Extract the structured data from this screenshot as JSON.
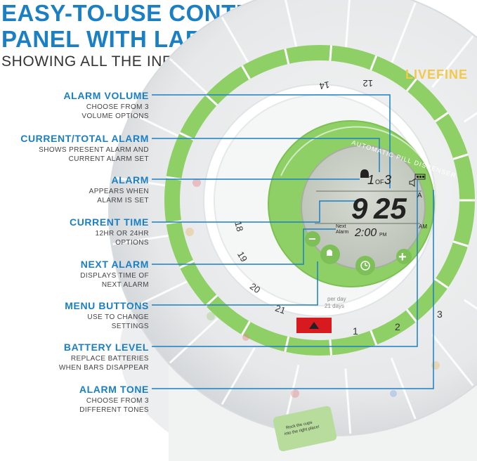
{
  "headline": {
    "line1": "EASY-TO-USE CONTROL",
    "line2": "PANEL WITH LARGE DISPLAY",
    "subline": "SHOWING ALL THE INFORMATION YOU NEED!"
  },
  "brand_logo": "LIVEFINE",
  "callouts": [
    {
      "title": "ALARM VOLUME",
      "desc": [
        "CHOOSE FROM 3",
        "VOLUME OPTIONS"
      ]
    },
    {
      "title": "CURRENT/TOTAL ALARM",
      "desc": [
        "SHOWS PRESENT ALARM AND",
        "CURRENT ALARM SET"
      ]
    },
    {
      "title": "ALARM",
      "desc": [
        "APPEARS WHEN",
        "ALARM IS SET"
      ]
    },
    {
      "title": "CURRENT TIME",
      "desc": [
        "12HR OR 24HR",
        "OPTIONS"
      ]
    },
    {
      "title": "NEXT ALARM",
      "desc": [
        "DISPLAYS TIME OF",
        "NEXT ALARM"
      ]
    },
    {
      "title": "MENU BUTTONS",
      "desc": [
        "USE TO CHANGE",
        "SETTINGS"
      ]
    },
    {
      "title": "BATTERY LEVEL",
      "desc": [
        "REPLACE BATTERIES",
        "WHEN BARS DISAPPEAR"
      ]
    },
    {
      "title": "ALARM TONE",
      "desc": [
        "CHOOSE FROM 3",
        "DIFFERENT TONES"
      ]
    }
  ],
  "device": {
    "ring_label": "AUTOMATIC PILL DISPENSER",
    "alarm_count": "1",
    "alarm_of": "OF",
    "alarm_total": "3",
    "time_hours": "9",
    "time_minutes": "25",
    "time_ampm": "AM",
    "next_alarm_label_1": "Next",
    "next_alarm_label_2": "Alarm",
    "next_alarm_time": "2:00",
    "next_alarm_ampm": "PM",
    "tone_label": "A",
    "button_minus": "−",
    "button_plus": "+",
    "slots": [
      "1",
      "2",
      "3"
    ],
    "slots_left": [
      "21",
      "20",
      "19",
      "18"
    ],
    "slot_top": "12",
    "slot_top2": "14",
    "per_day": "per day",
    "days": "21 days",
    "tab_text_1": "Rock the cups",
    "tab_text_2": "into the right place!"
  },
  "colors": {
    "accent_blue": "#1b7fc4",
    "green": "#8fd066",
    "lcd": "#c9cfc4",
    "red_slot": "#d71920"
  }
}
